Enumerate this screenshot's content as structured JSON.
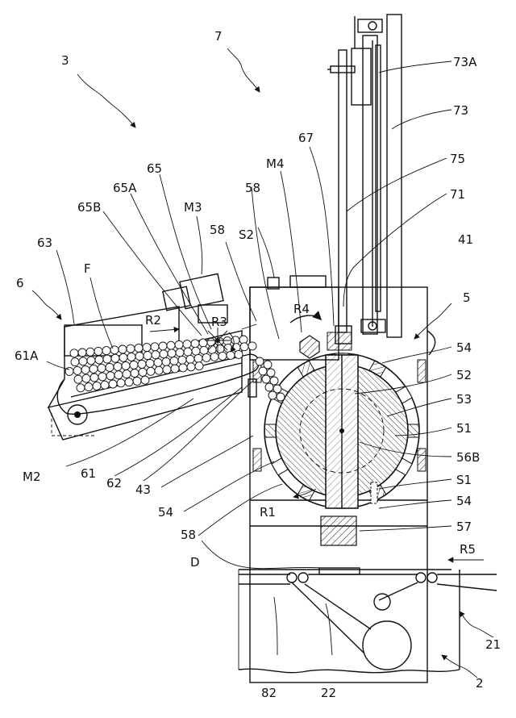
{
  "labels": {
    "l3": "3",
    "l7": "7",
    "l73A": "73A",
    "l73": "73",
    "l67": "67",
    "l75": "75",
    "l65": "65",
    "lM4": "M4",
    "l65A": "65A",
    "l58a": "58",
    "l71": "71",
    "l65B": "65B",
    "lM3": "M3",
    "l58b": "58",
    "lS2": "S2",
    "l41": "41",
    "l63": "63",
    "lF": "F",
    "l6": "6",
    "lR2": "R2",
    "lR3": "R3",
    "lR4": "R4",
    "l5": "5",
    "l61A": "61A",
    "l54a": "54",
    "l52": "52",
    "l53": "53",
    "l51": "51",
    "l56B": "56B",
    "lM2": "M2",
    "l61": "61",
    "l62": "62",
    "l43": "43",
    "lS1": "S1",
    "l54b": "54",
    "l54c": "54",
    "lR1": "R1",
    "l57": "57",
    "l58c": "58",
    "lR5": "R5",
    "lD": "D",
    "l21": "21",
    "l2": "2",
    "l82": "82",
    "l22": "22"
  }
}
